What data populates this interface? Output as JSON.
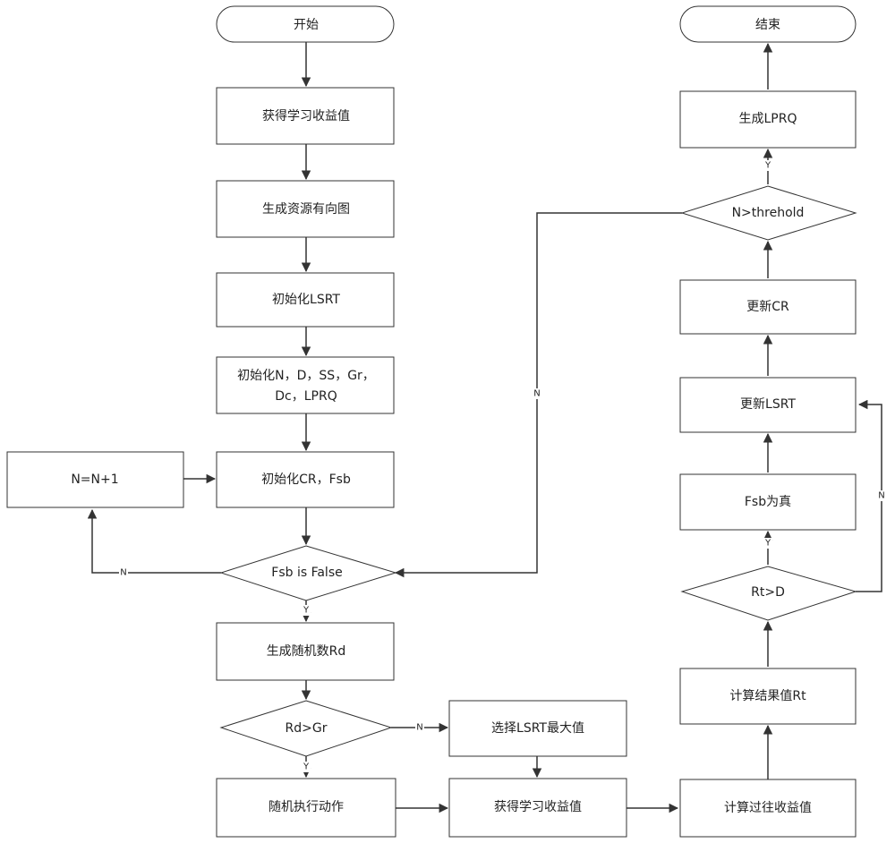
{
  "nodes": {
    "start": {
      "text": "开始"
    },
    "get_reward_1": {
      "text": "获得学习收益值"
    },
    "gen_graph": {
      "text": "生成资源有向图"
    },
    "init_lsrt": {
      "text": "初始化LSRT"
    },
    "init_params": {
      "line1": "初始化N，D，SS，Gr，",
      "line2": "Dc，LPRQ"
    },
    "n_increment": {
      "text": "N=N+1"
    },
    "init_cr": {
      "text": "初始化CR，Fsb"
    },
    "fsb_false": {
      "text": "Fsb is False"
    },
    "gen_rand": {
      "text": "生成随机数Rd"
    },
    "rd_gt_gr": {
      "text": "Rd>Gr"
    },
    "select_max": {
      "text": "选择LSRT最大值"
    },
    "random_action": {
      "text": "随机执行动作"
    },
    "get_reward_2": {
      "text": "获得学习收益值"
    },
    "calc_past": {
      "text": "计算过往收益值"
    },
    "calc_result": {
      "text": "计算结果值Rt"
    },
    "rt_gt_d": {
      "text": "Rt>D"
    },
    "fsb_true": {
      "text": "Fsb为真"
    },
    "update_lsrt": {
      "text": "更新LSRT"
    },
    "update_cr": {
      "text": "更新CR"
    },
    "n_threshold": {
      "text": "N>threhold"
    },
    "gen_lprq": {
      "text": "生成LPRQ"
    },
    "end": {
      "text": "结束"
    }
  },
  "edge_labels": {
    "fsb_no": "N",
    "fsb_yes": "Y",
    "rd_no": "N",
    "rd_yes": "Y",
    "rt_yes": "Y",
    "rt_no": "N",
    "thr_yes": "Y",
    "thr_no": "N"
  },
  "colors": {
    "stroke": "#333333",
    "arrow": "#333333"
  }
}
